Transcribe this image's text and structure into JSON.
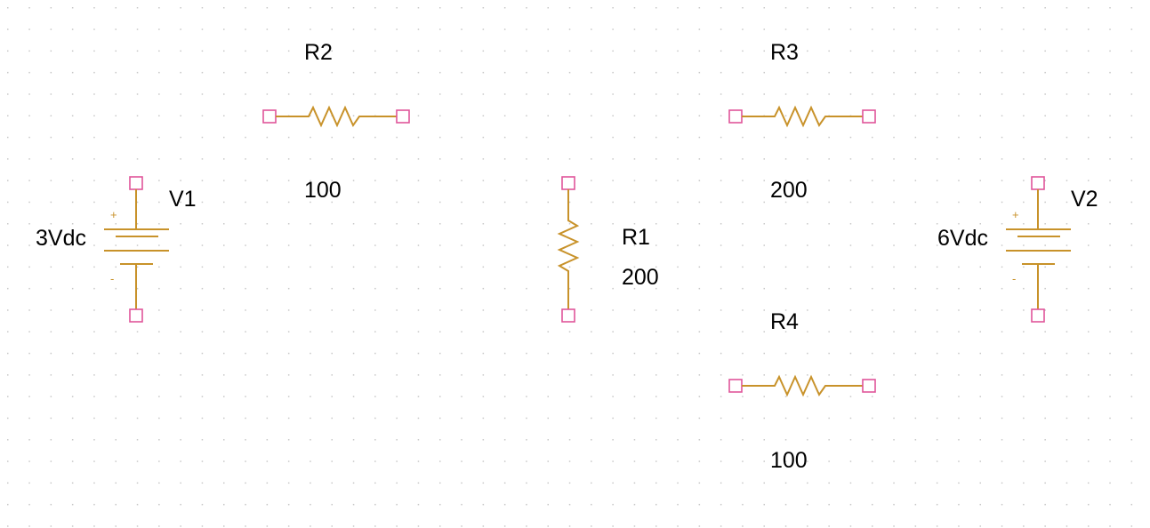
{
  "components": [
    {
      "id": "R2",
      "type": "resistor",
      "orientation": "horizontal",
      "ref": "R2",
      "value": "100"
    },
    {
      "id": "R3",
      "type": "resistor",
      "orientation": "horizontal",
      "ref": "R3",
      "value": "200"
    },
    {
      "id": "R4",
      "type": "resistor",
      "orientation": "horizontal",
      "ref": "R4",
      "value": "100"
    },
    {
      "id": "R1",
      "type": "resistor",
      "orientation": "vertical",
      "ref": "R1",
      "value": "200"
    },
    {
      "id": "V1",
      "type": "dc-source",
      "ref": "V1",
      "value": "3Vdc",
      "plus": "+",
      "minus": "-"
    },
    {
      "id": "V2",
      "type": "dc-source",
      "ref": "V2",
      "value": "6Vdc",
      "plus": "+",
      "minus": "-"
    }
  ],
  "colors": {
    "wire": "#c8922a",
    "pin": "#e0559a",
    "grid": "#c8c8c8",
    "text": "#000000",
    "background": "#ffffff"
  }
}
